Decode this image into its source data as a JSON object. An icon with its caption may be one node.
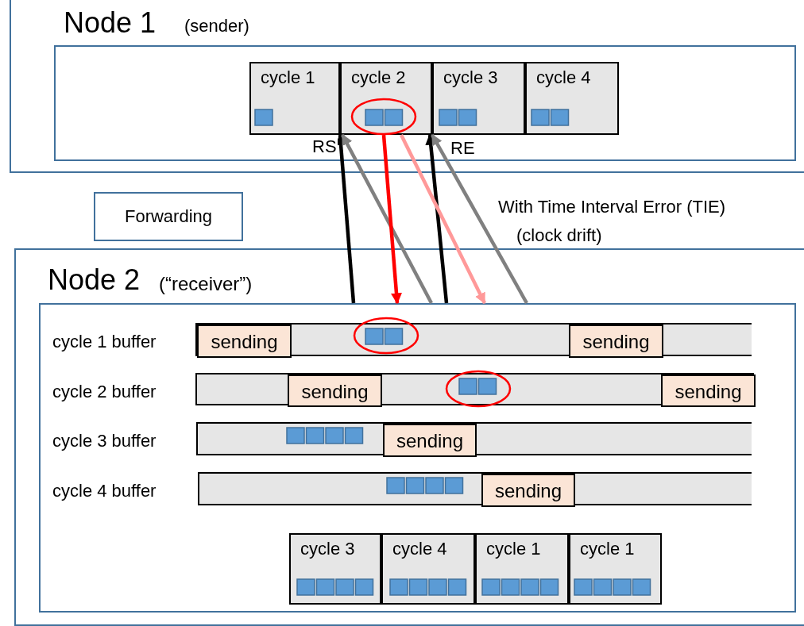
{
  "diagram": {
    "nodes": [
      {
        "text": [
          "Node 1",
          "(sender)"
        ]
      },
      {
        "text": [],
        "shape": "box",
        "in": 0
      },
      {
        "text": [
          "cycle 1"
        ],
        "in": 1
      },
      {
        "text": [
          "cycle 2"
        ],
        "in": 1
      },
      {
        "text": [
          "cycle 3"
        ],
        "in": 1
      },
      {
        "text": [
          "cycle 4"
        ],
        "in": 1
      },
      {
        "text": [
          "Forwarding"
        ]
      },
      {
        "text": [
          "Node 2",
          "(“receiver”)"
        ]
      },
      {
        "text": [],
        "shape": "box",
        "in": 7
      },
      {
        "text": [],
        "shape": "bar",
        "in": 8,
        "beside": [
          "cycle 1 buffer"
        ]
      },
      {
        "text": [
          "sending"
        ],
        "in": 9
      },
      {
        "text": [
          "sending"
        ],
        "in": 9
      },
      {
        "text": [],
        "shape": "bar",
        "in": 8,
        "beside": [
          "cycle 2 buffer"
        ]
      },
      {
        "text": [
          "sending"
        ],
        "in": 12
      },
      {
        "text": [
          "sending"
        ],
        "in": 12
      },
      {
        "text": [],
        "shape": "bar",
        "in": 8,
        "beside": [
          "cycle 3 buffer"
        ]
      },
      {
        "text": [
          "sending"
        ],
        "in": 15
      },
      {
        "text": [],
        "shape": "bar",
        "in": 8,
        "beside": [
          "cycle 4 buffer"
        ]
      },
      {
        "text": [
          "sending"
        ],
        "in": 17
      },
      {
        "text": [
          "cycle 3"
        ],
        "in": 8
      },
      {
        "text": [
          "cycle 4"
        ],
        "in": 8
      },
      {
        "text": [
          "cycle 1"
        ],
        "in": 8
      },
      {
        "text": [
          "cycle 1"
        ],
        "in": 8
      }
    ],
    "edges": [
      {
        "from": 8,
        "to": 3,
        "arrow": "to",
        "label": "RS"
      },
      {
        "from": 8,
        "to": 3,
        "arrow": "to",
        "color": "#808080"
      },
      {
        "from": 3,
        "to": 8,
        "arrow": "to",
        "color": "#ff0000"
      },
      {
        "from": 8,
        "to": 4,
        "arrow": "to",
        "label": "RE"
      },
      {
        "from": 8,
        "to": 4,
        "arrow": "to",
        "color": "#808080"
      },
      {
        "from": 3,
        "to": 8,
        "arrow": "to",
        "color": "#ff9999"
      }
    ],
    "labels": [
      "With Time Interval Error (TIE)",
      "(clock drift)"
    ]
  }
}
